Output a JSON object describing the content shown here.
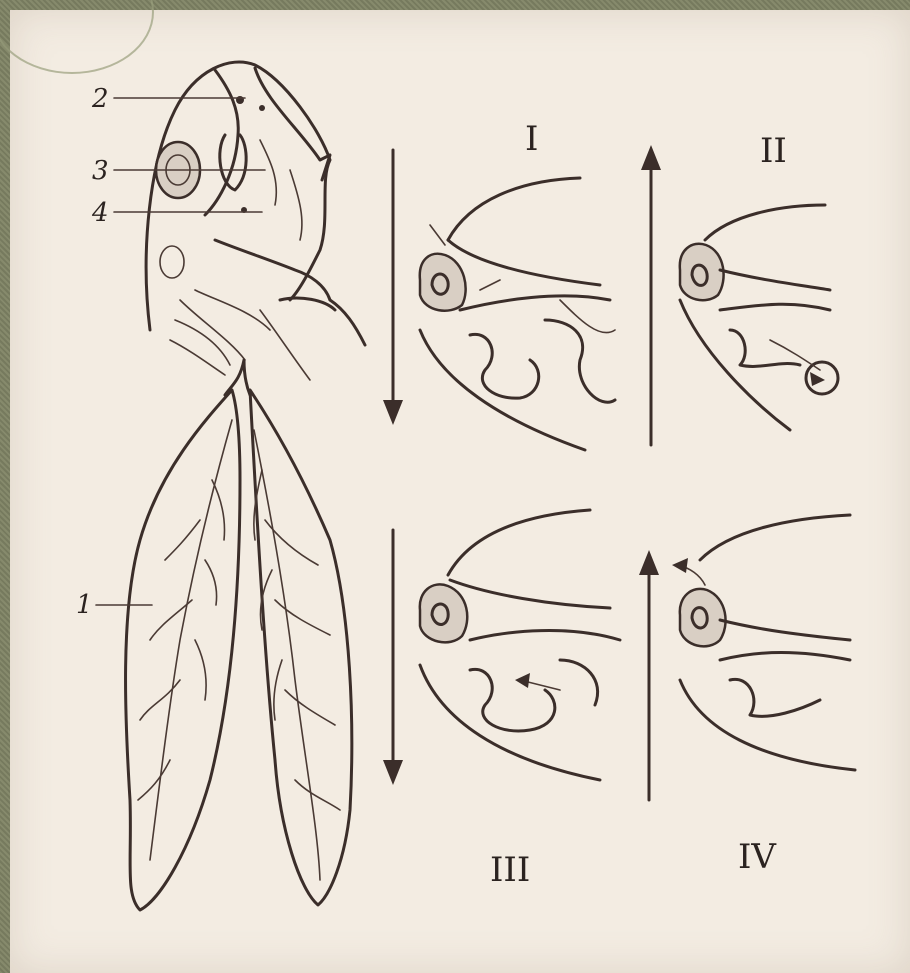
{
  "labels": {
    "l1": "1",
    "l2": "2",
    "l3": "3",
    "l4": "4"
  },
  "panels": {
    "p1": "I",
    "p2": "II",
    "p3": "III",
    "p4": "IV"
  }
}
